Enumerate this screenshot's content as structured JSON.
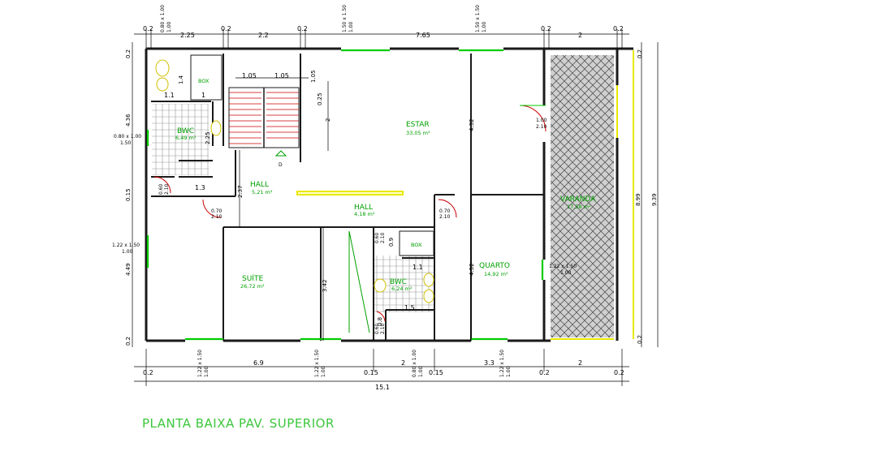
{
  "title": "PLANTA BAIXA PAV. SUPERIOR",
  "rooms": {
    "estar": {
      "name": "ESTAR",
      "area": "33,05 m²"
    },
    "bwc1": {
      "name": "BWC",
      "area": "6,49 m²"
    },
    "box1": {
      "name": "BOX"
    },
    "hall1": {
      "name": "HALL",
      "area": "5,21 m²"
    },
    "hall2": {
      "name": "HALL",
      "area": "4,18 m²"
    },
    "suite": {
      "name": "SUÍTE",
      "area": "26,72 m²"
    },
    "bwc2": {
      "name": "BWC",
      "area": "6,24 m²"
    },
    "box2": {
      "name": "BOX"
    },
    "quarto": {
      "name": "QUARTO",
      "area": "14,92 m²"
    },
    "varanda": {
      "name": "VARANDA",
      "area": "17,58 m²"
    }
  },
  "dims": {
    "top": [
      "0.2",
      "2.25",
      "0.2",
      "2.2",
      "0.2",
      "7.65",
      "0.2",
      "2",
      "0.2"
    ],
    "bottom": [
      "0.2",
      "6.9",
      "0.15",
      "2",
      "0.15",
      "3.3",
      "0.2",
      "2",
      "0.2"
    ],
    "total_bottom": "15.1",
    "left": [
      "0.2",
      "4.36",
      "0.15",
      "4.49",
      "0.2"
    ],
    "right_inner": "8.99",
    "right_total": "9.39",
    "right_small": [
      "0.2",
      "0.2"
    ],
    "interior": {
      "d105a": "1.05",
      "d105b": "1.05",
      "d105v": "1.05",
      "d025": "0.25",
      "d2": "2",
      "d11": "1.1",
      "d1": "1",
      "d14": "1.4",
      "d225": "2.25",
      "d13": "1.3",
      "d237": "2.37",
      "d432": "4.32",
      "d342": "3.42",
      "d452": "4.52",
      "d11b": "1.1",
      "d15": "1.5",
      "d09": "0.9",
      "d08": "0.8",
      "dmark": "D"
    }
  },
  "windows": {
    "w_top1": [
      "1.50 x 1.50",
      "1.00"
    ],
    "w_top2": [
      "1.50 x 1.50",
      "1.00"
    ],
    "w_top3": [
      "0.80 x 1.00",
      "1.00"
    ],
    "w_bot1": [
      "1.22 x 1.50",
      "1.00"
    ],
    "w_bot2": [
      "1.22 x 1.50",
      "1.00"
    ],
    "w_bot3": [
      "0.80 x 1.00",
      "1.00"
    ],
    "w_bot4": [
      "1.22 x 1.50",
      "1.00"
    ],
    "w_left1": [
      "0.80 x 1.00",
      "1.50"
    ],
    "w_left2": [
      "1.22 x 1.50",
      "1.00"
    ],
    "w_quarto": [
      "1.22 x 1.50",
      "1.00"
    ]
  },
  "doors": {
    "d_estar": [
      "1.00",
      "2.10"
    ],
    "d_bwc1": [
      "0.60",
      "2.10"
    ],
    "d_hall": [
      "0.70",
      "2.10"
    ],
    "d_quarto": [
      "0.70",
      "2.10"
    ],
    "d_bwc2": [
      "0.60",
      "2.10"
    ],
    "d_bwc2b": [
      "0.60",
      "2.10"
    ]
  },
  "colors": {
    "wall": "#1a1a1a",
    "dimension": "#000000",
    "label": "#00a000",
    "window": "#00cc00",
    "accent_yellow": "#e8e800",
    "door_red": "#cc0000"
  }
}
